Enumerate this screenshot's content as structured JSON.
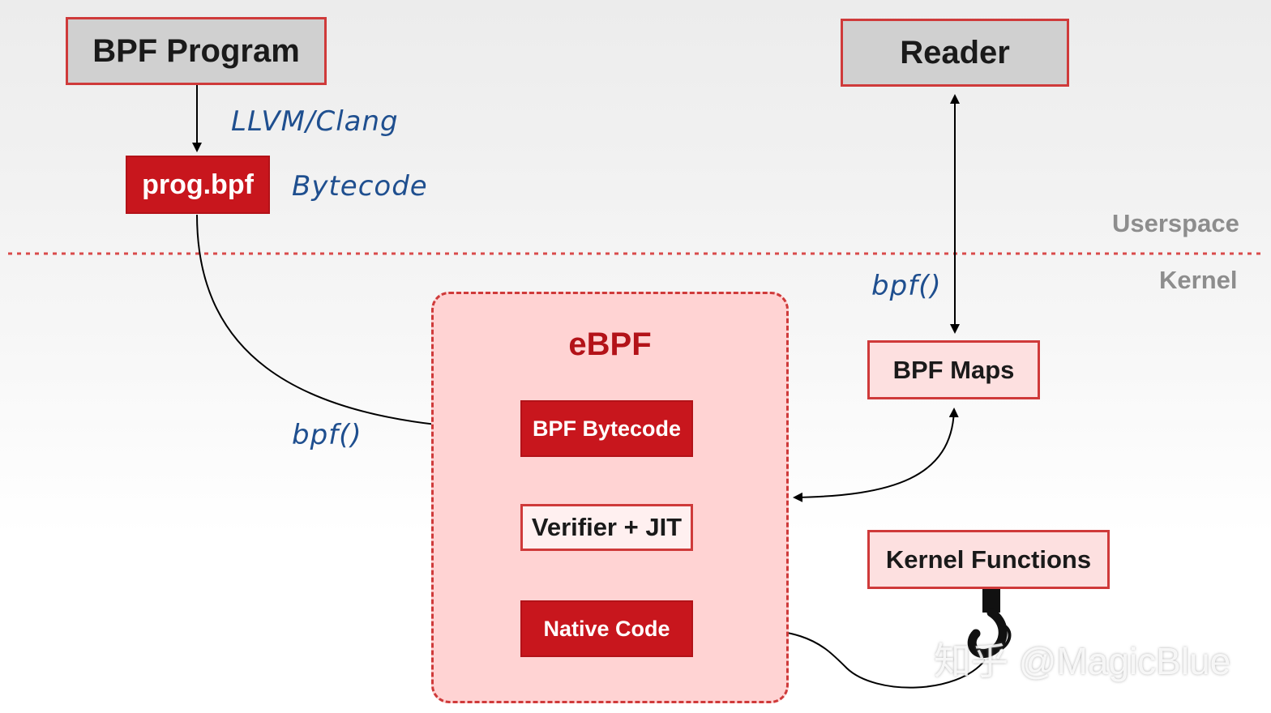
{
  "nodes": {
    "bpf_program": "BPF Program",
    "prog_bpf": "prog.bpf",
    "reader": "Reader",
    "ebpf": "eBPF",
    "bpf_bytecode": "BPF Bytecode",
    "verifier_jit": "Verifier + JIT",
    "native_code": "Native Code",
    "bpf_maps": "BPF Maps",
    "kernel_functions": "Kernel Functions"
  },
  "labels": {
    "llvm_clang": "LLVM/Clang",
    "bytecode": "Bytecode",
    "bpf_call_left": "bpf()",
    "bpf_call_right": "bpf()"
  },
  "zones": {
    "userspace": "Userspace",
    "kernel": "Kernel"
  },
  "watermark": "知乎 @MagicBlue",
  "colors": {
    "accent_red": "#c8161d",
    "border_red": "#cf3a3a",
    "ebpf_fill": "#ffd3d3",
    "hand_blue": "#1f4f8f"
  }
}
